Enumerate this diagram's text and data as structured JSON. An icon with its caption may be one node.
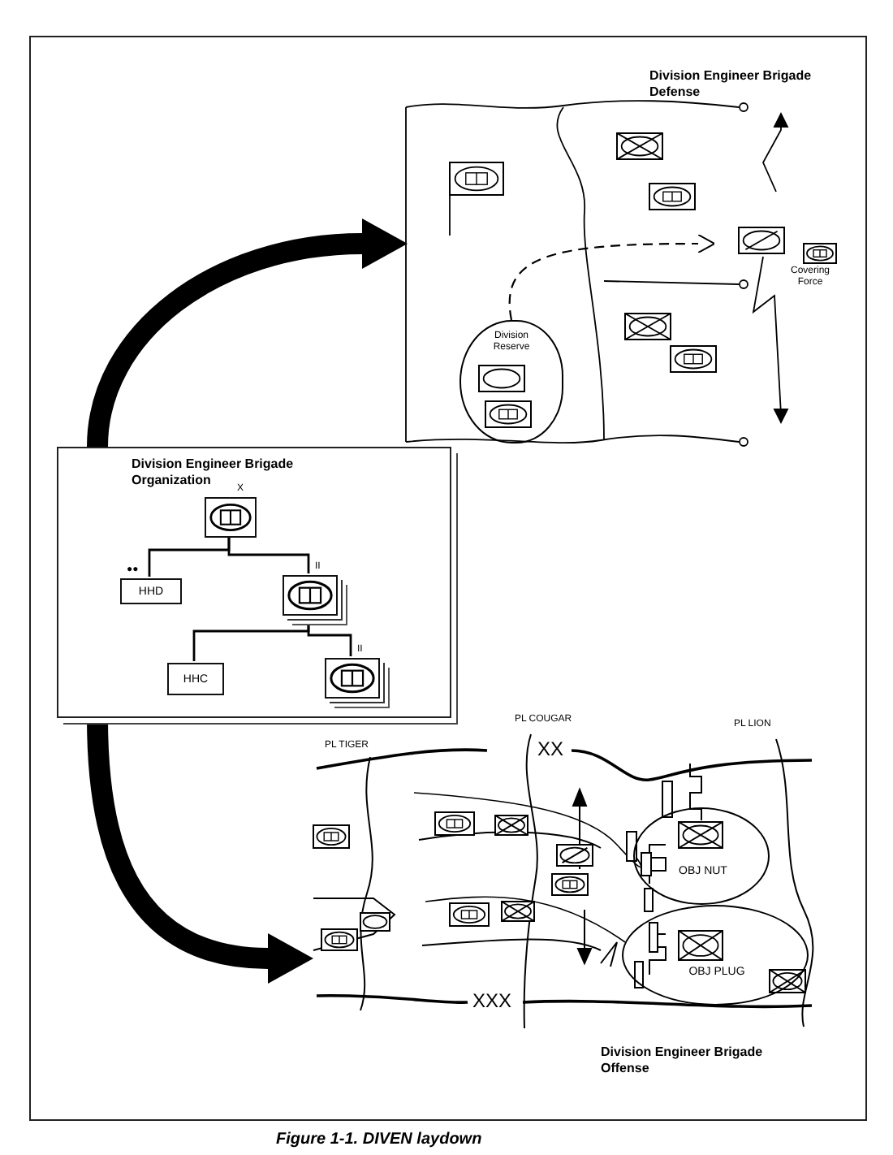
{
  "diagram": {
    "caption": "Figure 1-1. DIVEN laydown",
    "nodes": [
      {
        "text": [
          "Division Engineer Brigade Defense"
        ]
      },
      {
        "text": [
          "Division Reserve"
        ],
        "in": 0
      },
      {
        "text": [
          "Division Engineer Brigade Organization"
        ]
      },
      {
        "text": [],
        "shape": "box",
        "in": 2,
        "beside": [
          "X"
        ]
      },
      {
        "text": [
          "HHD"
        ],
        "in": 2,
        "beside": [
          "●●"
        ]
      },
      {
        "text": [],
        "shape": "box",
        "in": 2,
        "beside": [
          "II"
        ]
      },
      {
        "text": [
          "HHC"
        ],
        "in": 2
      },
      {
        "text": [],
        "shape": "box",
        "in": 2,
        "beside": [
          "II"
        ]
      },
      {
        "text": [
          "Division Engineer Brigade Offense"
        ]
      },
      {
        "text": [
          "OBJ NUT"
        ],
        "in": 8
      },
      {
        "text": [
          "OBJ PLUG"
        ],
        "in": 8
      }
    ],
    "edges": [
      {
        "from": 2,
        "to": 0,
        "arrow": "to",
        "style": "thick"
      },
      {
        "from": 2,
        "to": 8,
        "arrow": "to",
        "style": "thick"
      },
      {
        "from": 1,
        "to": null,
        "arrow": "to",
        "style": "dashed"
      },
      {
        "from": 3,
        "to": 4,
        "arrow": "none"
      },
      {
        "from": 3,
        "to": 5,
        "arrow": "none"
      },
      {
        "from": 5,
        "to": 6,
        "arrow": "none"
      },
      {
        "from": 5,
        "to": 7,
        "arrow": "none"
      }
    ],
    "labels": [
      "Covering Force",
      "PL TIGER",
      "PL COUGAR",
      "XX",
      "PL LION",
      "XXX"
    ]
  }
}
